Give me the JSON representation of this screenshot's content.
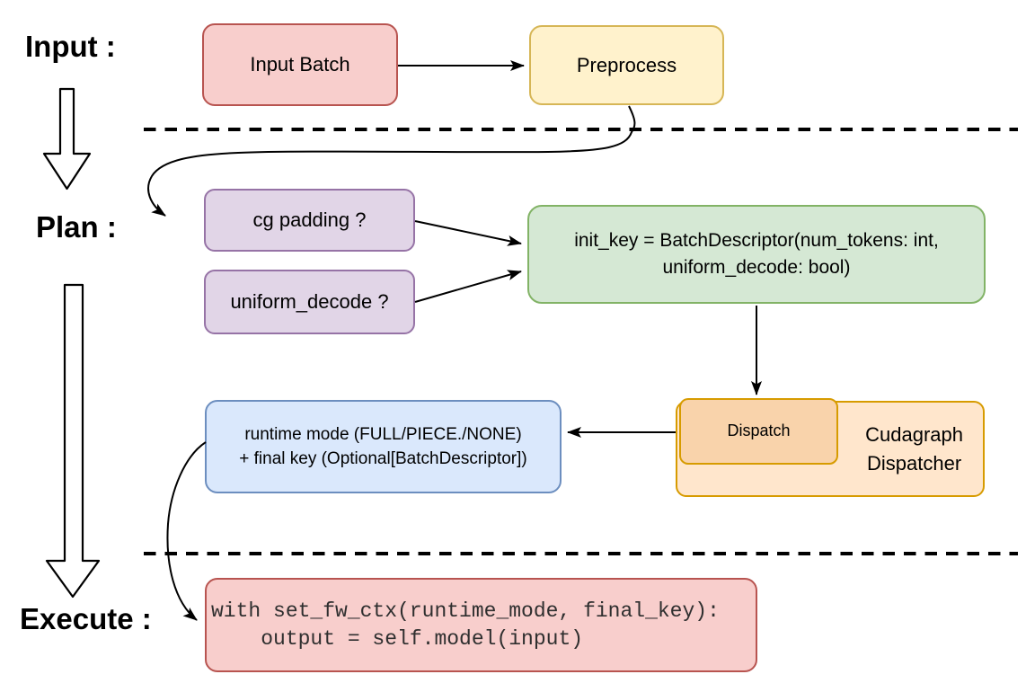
{
  "phases": {
    "input": "Input :",
    "plan": "Plan :",
    "execute": "Execute :"
  },
  "nodes": {
    "input_batch": "Input Batch",
    "preprocess": "Preprocess",
    "cg_padding": "cg padding ?",
    "uniform_decode": "uniform_decode ?",
    "init_key": "init_key = BatchDescriptor(num_tokens: int,\nuniform_decode: bool)",
    "dispatch": "Dispatch",
    "cudagraph_dispatcher": "Cudagraph\nDispatcher",
    "runtime_mode": "runtime mode (FULL/PIECE./NONE)\n+ final key (Optional[BatchDescriptor])",
    "execute_code": "with set_fw_ctx(runtime_mode, final_key):\n    output = self.model(input)"
  },
  "colors": {
    "red_fill": "#f8cecc",
    "red_stroke": "#b85450",
    "yellow_fill": "#fff2cc",
    "yellow_stroke": "#d6b656",
    "purple_fill": "#e1d5e7",
    "purple_stroke": "#9673a6",
    "green_fill": "#d5e8d4",
    "green_stroke": "#82b366",
    "blue_fill": "#dae8fc",
    "blue_stroke": "#6c8ebf",
    "orange_outer_fill": "#ffe6cc",
    "orange_inner_fill": "#f9d3ab",
    "orange_stroke": "#d79b00",
    "line": "#000000"
  }
}
